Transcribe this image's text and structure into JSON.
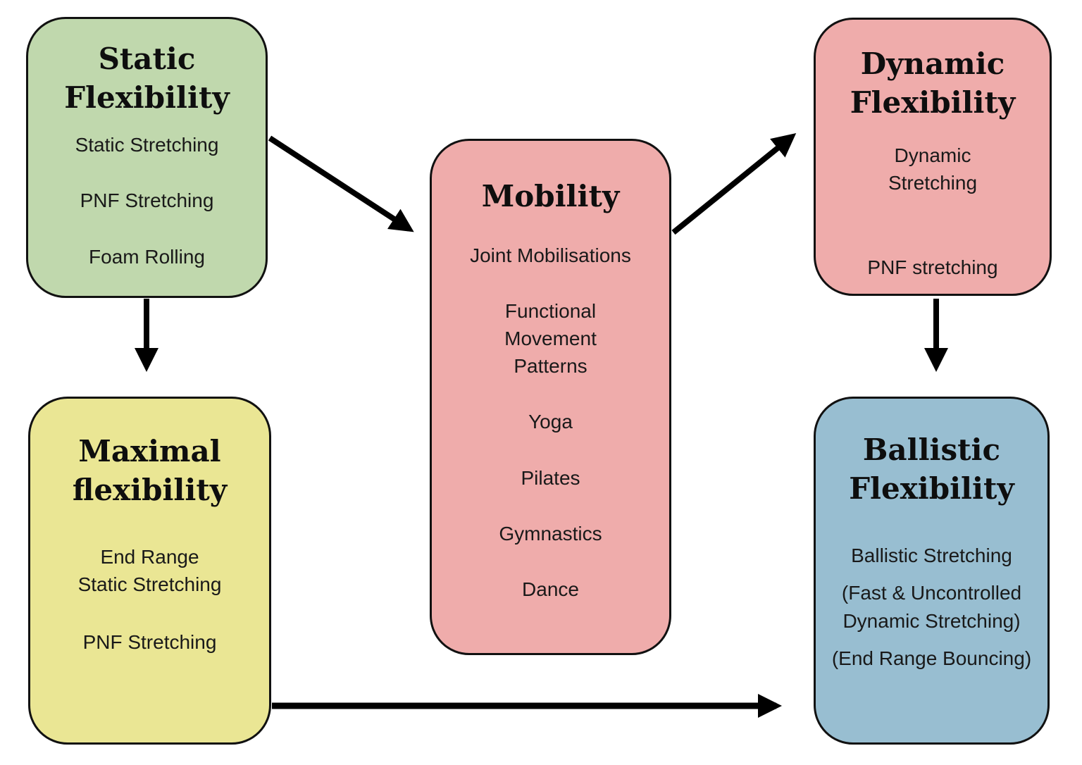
{
  "canvas": {
    "background": "#ffffff",
    "border_color": "#111111",
    "arrow_color": "#000000",
    "text_color": "#161616"
  },
  "boxes": {
    "static": {
      "title": "Static\nFlexibility",
      "color": "#c0d8ad",
      "items": [
        "Static Stretching",
        "PNF Stretching",
        "Foam Rolling"
      ]
    },
    "maximal": {
      "title": "Maximal\nflexibility",
      "color": "#eae694",
      "items": [
        "End Range\nStatic Stretching",
        "PNF Stretching"
      ]
    },
    "mobility": {
      "title": "Mobility",
      "color": "#efacab",
      "items": [
        "Joint Mobilisations",
        "Functional\nMovement\nPatterns",
        "Yoga",
        "Pilates",
        "Gymnastics",
        "Dance"
      ]
    },
    "dynamic": {
      "title": "Dynamic\nFlexibility",
      "color": "#efacab",
      "items": [
        "Dynamic\nStretching",
        "PNF stretching"
      ]
    },
    "ballistic": {
      "title": "Ballistic\nFlexibility",
      "color": "#98bed1",
      "items": [
        "Ballistic Stretching",
        "(Fast & Uncontrolled\nDynamic Stretching)",
        "(End Range Bouncing)"
      ]
    }
  }
}
